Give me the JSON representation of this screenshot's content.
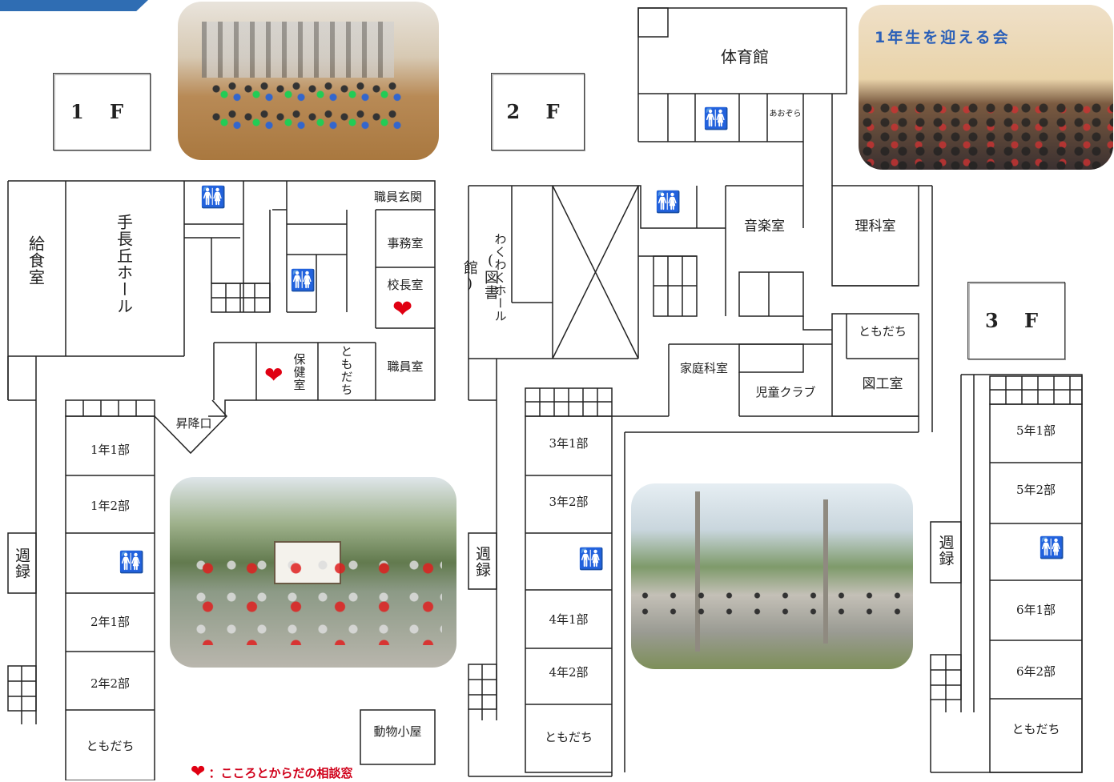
{
  "floors": {
    "f1": "1 F",
    "f2": "2 F",
    "f3": "3 F"
  },
  "rooms_1f": {
    "kitchen": "給食室",
    "hall": "手長丘ホール",
    "staff_entrance": "職員玄関",
    "office": "事務室",
    "principal": "校長室",
    "health": "保健室",
    "friends": "ともだち",
    "staff_room": "職員室",
    "entrance": "昇降口",
    "g1_1": "1年1部",
    "g1_2": "1年2部",
    "g2_1": "2年1部",
    "g2_2": "2年2部",
    "friends2": "ともだち",
    "animal_hut": "動物小屋",
    "weekly_record": "週録"
  },
  "rooms_2f": {
    "gym": "体育館",
    "aozora": "あおぞら",
    "music": "音楽室",
    "science": "理科室",
    "wakuwaku": "わくわくホール",
    "library": "(図書館)",
    "friends": "ともだち",
    "home_ec": "家庭科室",
    "kids_club": "児童クラブ",
    "art": "図工室",
    "g3_1": "3年1部",
    "g3_2": "3年2部",
    "g4_1": "4年1部",
    "g4_2": "4年2部",
    "friends2": "ともだち",
    "weekly_record": "週録"
  },
  "rooms_3f": {
    "g5_1": "5年1部",
    "g5_2": "5年2部",
    "g6_1": "6年1部",
    "g6_2": "6年2部",
    "friends": "ともだち",
    "weekly_record": "週録"
  },
  "banner": "1年生を迎える会",
  "legend": "：こころとからだの相談窓",
  "colors": {
    "heart": "#e00012",
    "corner": "#2f6db3"
  }
}
